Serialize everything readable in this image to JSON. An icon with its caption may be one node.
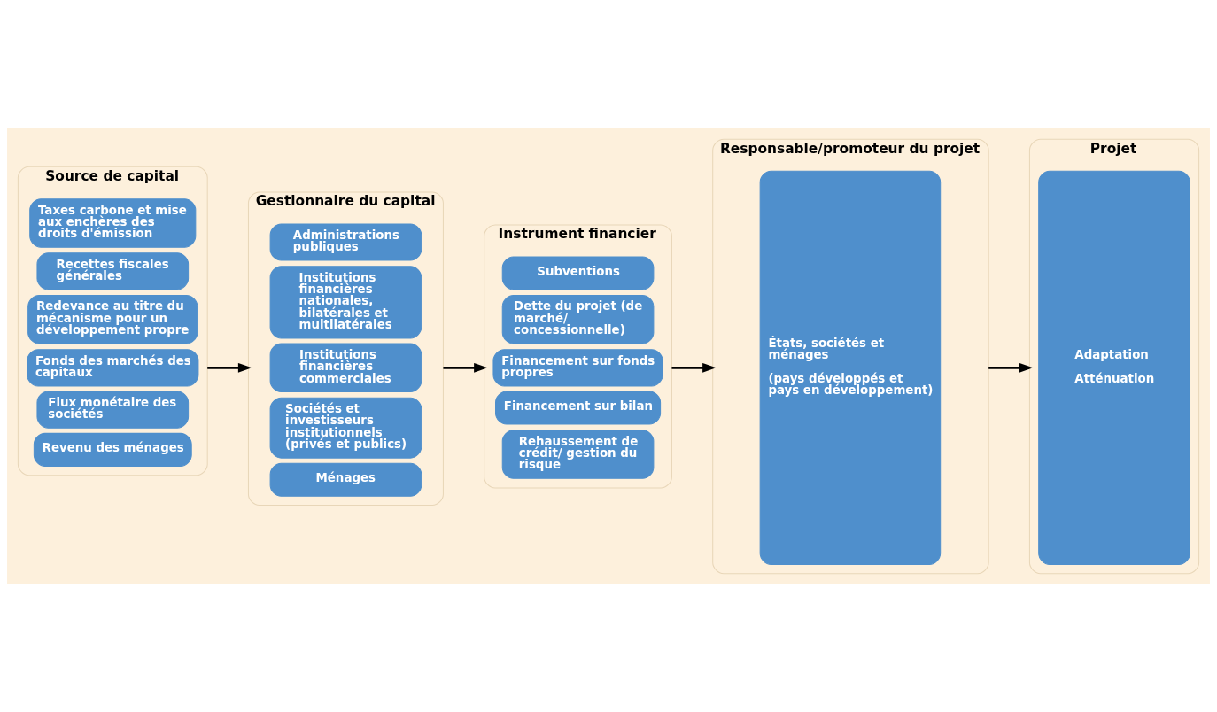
{
  "diagram": {
    "nodes": [
      {
        "text": [
          "Source de capital"
        ]
      },
      {
        "text": [
          "Taxes carbone et mise aux enchères des droits d'émission"
        ],
        "in": 0
      },
      {
        "text": [
          "Recettes fiscales générales"
        ],
        "in": 0
      },
      {
        "text": [
          "Redevance au titre du mécanisme pour un développement propre"
        ],
        "in": 0
      },
      {
        "text": [
          "Fonds des marchés des capitaux"
        ],
        "in": 0
      },
      {
        "text": [
          "Flux monétaire des sociétés"
        ],
        "in": 0
      },
      {
        "text": [
          "Revenu des ménages"
        ],
        "in": 0
      },
      {
        "text": [
          "Gestionnaire du capital"
        ]
      },
      {
        "text": [
          "Administrations publiques"
        ],
        "in": 7
      },
      {
        "text": [
          "Institutions financières nationales, bilatérales et multilatérales"
        ],
        "in": 7
      },
      {
        "text": [
          "Institutions financières commerciales"
        ],
        "in": 7
      },
      {
        "text": [
          "Sociétés et investisseurs institutionnels (privés et publics)"
        ],
        "in": 7
      },
      {
        "text": [
          "Ménages"
        ],
        "in": 7
      },
      {
        "text": [
          "Instrument financier"
        ]
      },
      {
        "text": [
          "Subventions"
        ],
        "in": 13
      },
      {
        "text": [
          "Dette du projet (de marché/ concessionnelle)"
        ],
        "in": 13
      },
      {
        "text": [
          "Financement sur fonds propres"
        ],
        "in": 13
      },
      {
        "text": [
          "Financement sur bilan"
        ],
        "in": 13
      },
      {
        "text": [
          "Rehaussement de crédit/ gestion du risque"
        ],
        "in": 13
      },
      {
        "text": [
          "Responsable/promoteur du projet"
        ]
      },
      {
        "text": [
          "États, sociétés et ménages",
          "(pays développés et pays en développement)"
        ],
        "in": 19
      },
      {
        "text": [
          "Projet"
        ]
      },
      {
        "text": [
          "Adaptation",
          "Atténuation"
        ],
        "in": 21
      }
    ],
    "edges": [
      {
        "from": 0,
        "to": 7,
        "arrow": "to"
      },
      {
        "from": 7,
        "to": 13,
        "arrow": "to"
      },
      {
        "from": 13,
        "to": 19,
        "arrow": "to"
      },
      {
        "from": 19,
        "to": 21,
        "arrow": "to"
      }
    ]
  }
}
